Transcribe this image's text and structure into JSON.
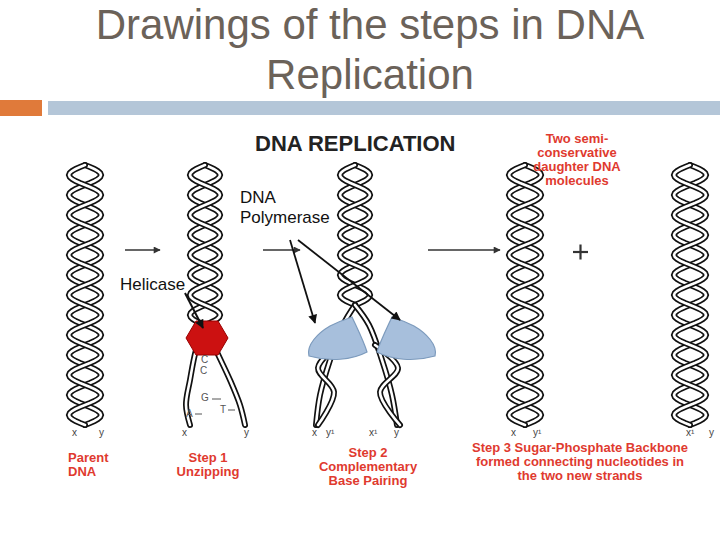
{
  "diagram": {
    "title": "Drawings of the steps in DNA Replication",
    "labels": [
      "DNA REPLICATION",
      "Two semi-conservative daughter DNA molecules",
      "DNA Polymerase",
      "Helicase",
      "C",
      "C",
      "G",
      "T",
      "A",
      "x",
      "y",
      "x",
      "y",
      "x",
      "y¹",
      "x¹",
      "y",
      "x",
      "y¹",
      "x¹",
      "y",
      "Parent DNA",
      "Step 1 Unzipping",
      "Step 2 Complementary Base Pairing",
      "Step 3 Sugar-Phosphate Backbone formed connecting nucleotides in the two new strands"
    ]
  }
}
